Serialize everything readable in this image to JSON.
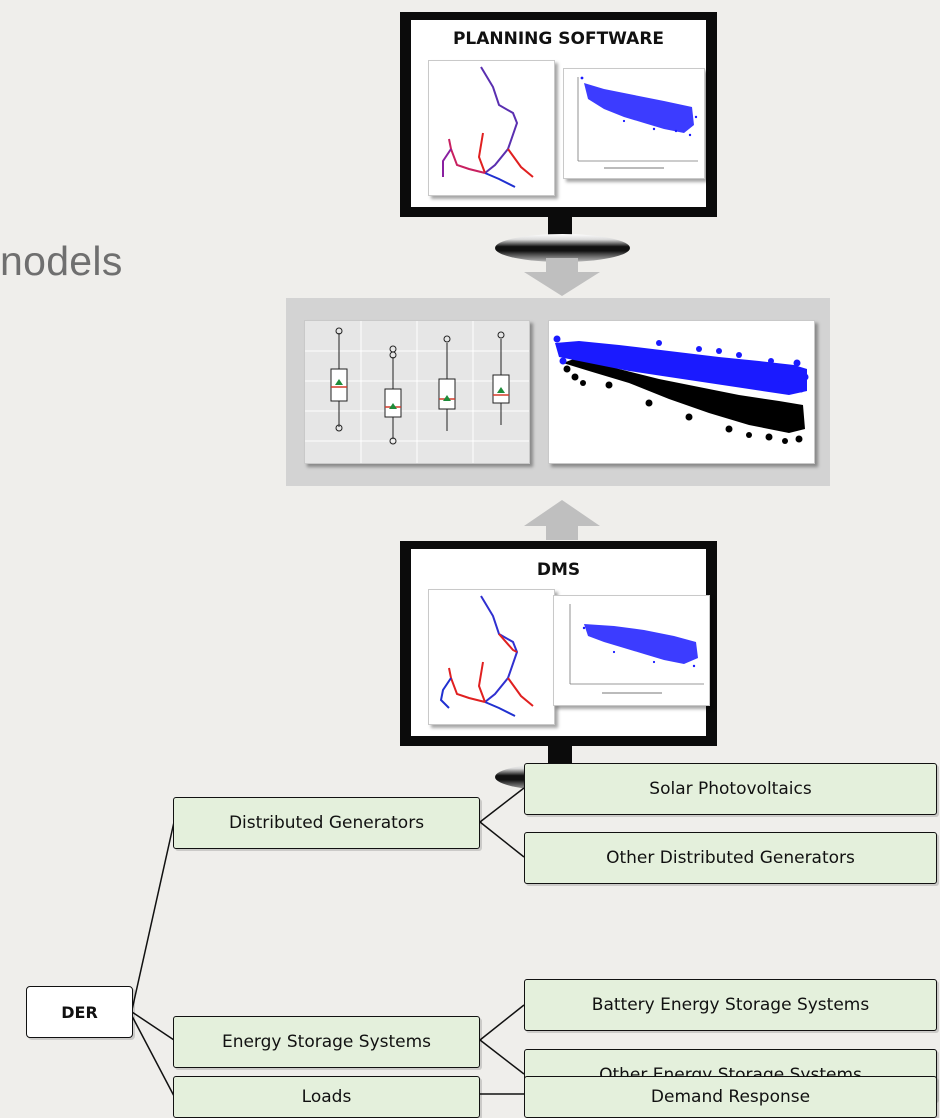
{
  "slide": {
    "partial_title": "nodels"
  },
  "monitors": {
    "planning": {
      "title": "PLANNING SOFTWARE"
    },
    "dms": {
      "title": "DMS"
    }
  },
  "colors": {
    "bezel": "#0b0b0b",
    "arrow": "#bfbfbf",
    "frame": "#d3d3d3",
    "node_fill": "#e4f0dc",
    "series_blue": "#1a1aff",
    "series_black": "#000000",
    "feeder_red": "#e02020",
    "feeder_blue": "#2030d0",
    "boxplot_mean": "#1e8c3a",
    "boxplot_median": "#d33b2b"
  },
  "tree": {
    "root": "DER",
    "level1": [
      "Distributed Generators",
      "Energy Storage Systems",
      "Loads"
    ],
    "level2": [
      "Solar Photovoltaics",
      "Other Distributed Generators",
      "Battery Energy Storage Systems",
      "Other Energy Storage Systems",
      "Demand Response"
    ]
  }
}
